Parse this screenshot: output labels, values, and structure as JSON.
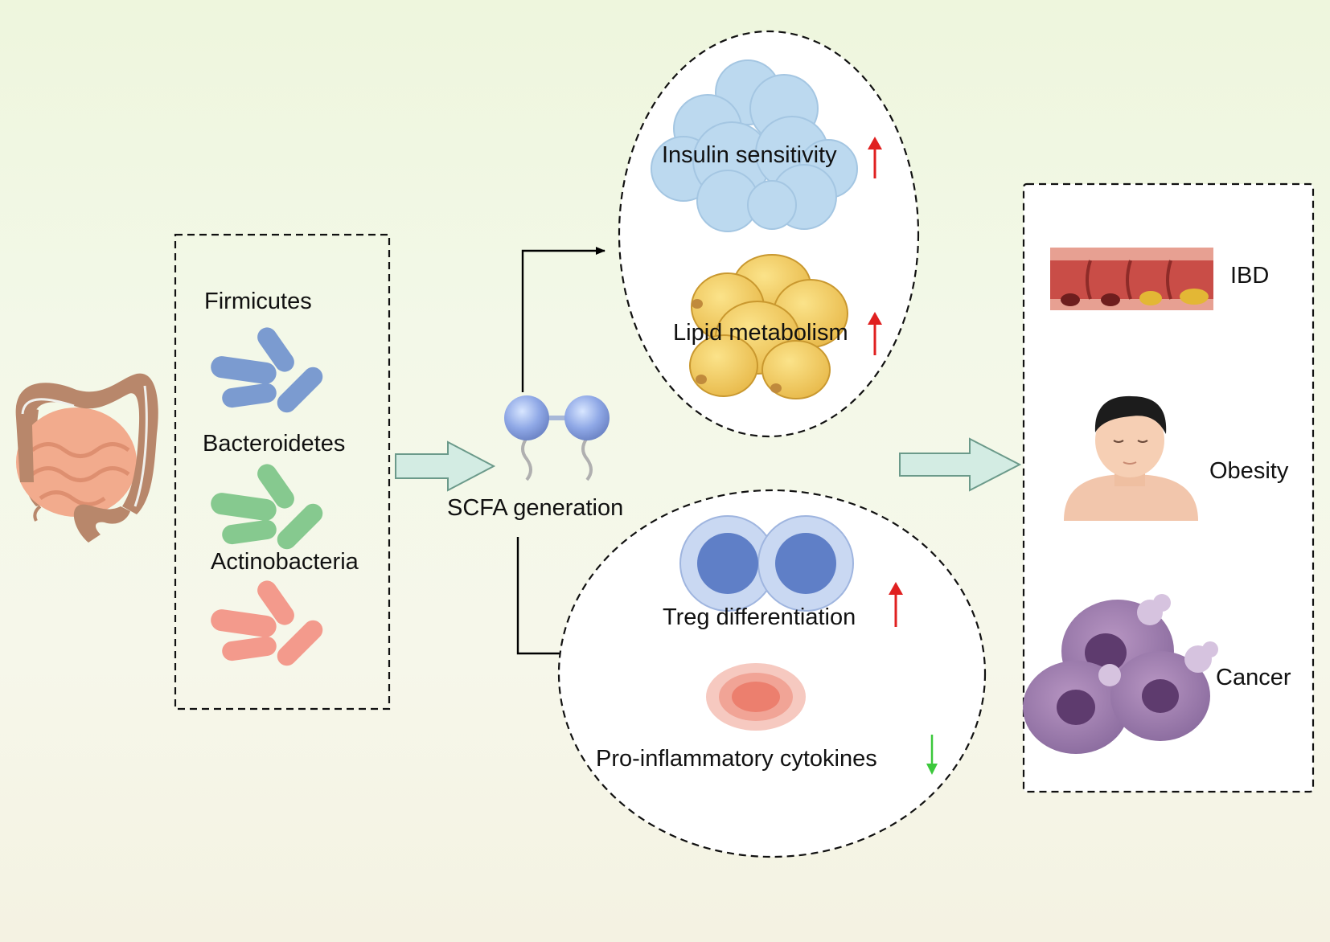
{
  "bacteria": {
    "groups": [
      {
        "label": "Firmicutes",
        "color": "#7b9bd0"
      },
      {
        "label": "Bacteroidetes",
        "color": "#86c98f"
      },
      {
        "label": "Actinobacteria",
        "color": "#f39a8c"
      }
    ]
  },
  "process": {
    "label": "SCFA generation"
  },
  "metabolic": {
    "items": [
      {
        "label": "Insulin sensitivity",
        "trend": "up"
      },
      {
        "label": "Lipid metabolism",
        "trend": "up"
      }
    ]
  },
  "immune": {
    "items": [
      {
        "label": "Treg differentiation",
        "trend": "up"
      },
      {
        "label": "Pro-inflammatory cytokines",
        "trend": "down"
      }
    ]
  },
  "diseases": {
    "items": [
      {
        "label": "IBD",
        "icon": "colon-lesion-icon"
      },
      {
        "label": "Obesity",
        "icon": "obese-person-icon"
      },
      {
        "label": "Cancer",
        "icon": "cancer-cells-icon"
      }
    ]
  },
  "colors": {
    "up_arrow": "#e02020",
    "down_arrow": "#3cc83c",
    "block_arrow_fill": "#d3ece3",
    "block_arrow_stroke": "#6b9a8a"
  }
}
